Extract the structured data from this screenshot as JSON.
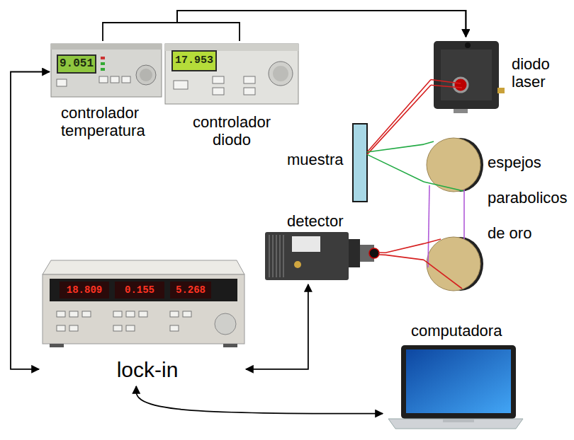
{
  "diagram": {
    "nodes": [
      {
        "text": [
          "controlador temperatura"
        ]
      },
      {
        "text": [
          "controlador diodo"
        ]
      },
      {
        "text": [
          "diodo laser"
        ]
      },
      {
        "text": [
          "muestra"
        ]
      },
      {
        "text": [
          "espejos parabolicos de oro"
        ]
      },
      {
        "text": [
          "detector"
        ]
      },
      {
        "text": [
          "lock-in"
        ]
      },
      {
        "text": [
          "computadora"
        ]
      }
    ],
    "edges": [
      {
        "from": 0,
        "to": 2,
        "arrow": "to"
      },
      {
        "from": 1,
        "to": 2,
        "arrow": "to"
      },
      {
        "from": 2,
        "to": 3,
        "arrow": "none"
      },
      {
        "from": 3,
        "to": 4,
        "arrow": "none"
      },
      {
        "from": 4,
        "to": 5,
        "arrow": "none"
      },
      {
        "from": 0,
        "to": 6,
        "arrow": "both"
      },
      {
        "from": 6,
        "to": 5,
        "arrow": "both"
      },
      {
        "from": 6,
        "to": 7,
        "arrow": "both"
      }
    ],
    "labels": [
      "9.051",
      "17.953",
      "18.809",
      "0.155",
      "5.268"
    ]
  }
}
